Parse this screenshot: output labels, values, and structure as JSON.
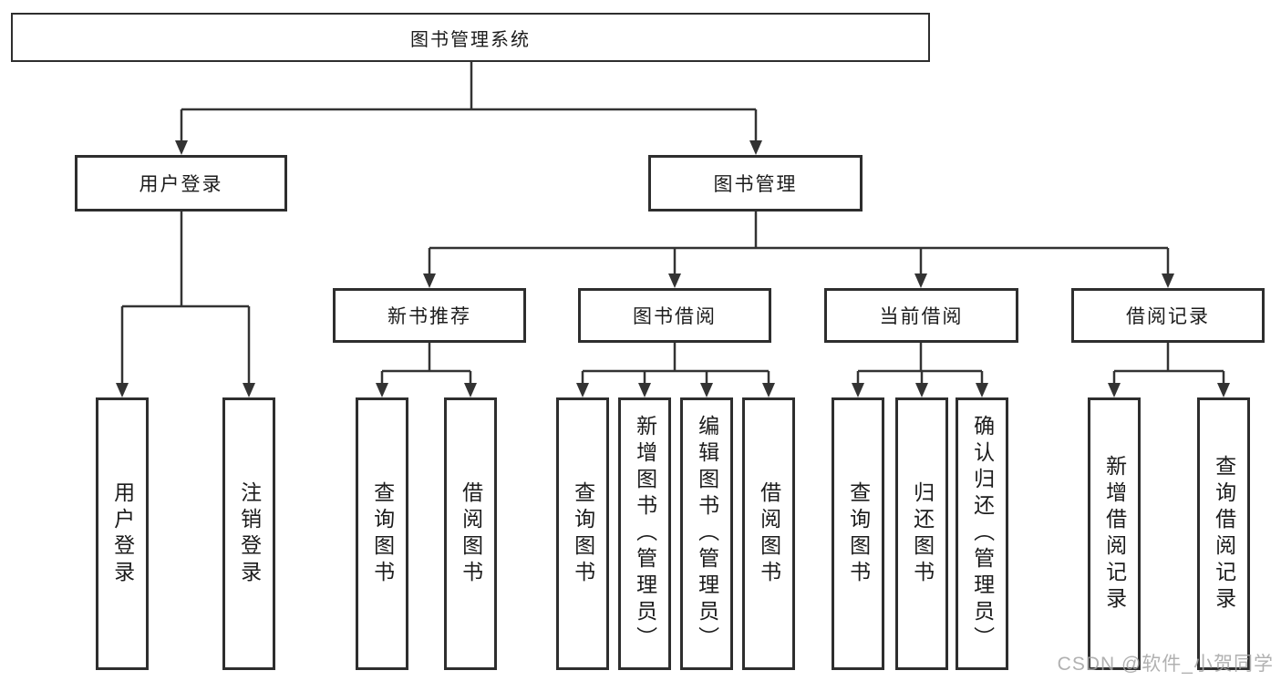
{
  "page": {
    "background_color": "#ffffff",
    "line_color": "#333333",
    "border_color": "#2e2e2e"
  },
  "watermark": {
    "text": "CSDN @软件_小贺同学",
    "color": "#a3a3a3"
  },
  "tree": {
    "root": {
      "label": "图书管理系统"
    },
    "login_branch": {
      "label": "用户登录",
      "children": [
        {
          "label": "用户登录"
        },
        {
          "label": "注销登录"
        }
      ]
    },
    "management_branch": {
      "label": "图书管理",
      "groups": [
        {
          "label": "新书推荐",
          "children": [
            {
              "label": "查询图书"
            },
            {
              "label": "借阅图书"
            }
          ]
        },
        {
          "label": "图书借阅",
          "children": [
            {
              "label": "查询图书"
            },
            {
              "label": "新增图书（管理员）"
            },
            {
              "label": "编辑图书（管理员）"
            },
            {
              "label": "借阅图书"
            }
          ]
        },
        {
          "label": "当前借阅",
          "children": [
            {
              "label": "查询图书"
            },
            {
              "label": "归还图书"
            },
            {
              "label": "确认归还（管理员）"
            }
          ]
        },
        {
          "label": "借阅记录",
          "children": [
            {
              "label": "新增借阅记录"
            },
            {
              "label": "查询借阅记录"
            }
          ]
        }
      ]
    }
  }
}
